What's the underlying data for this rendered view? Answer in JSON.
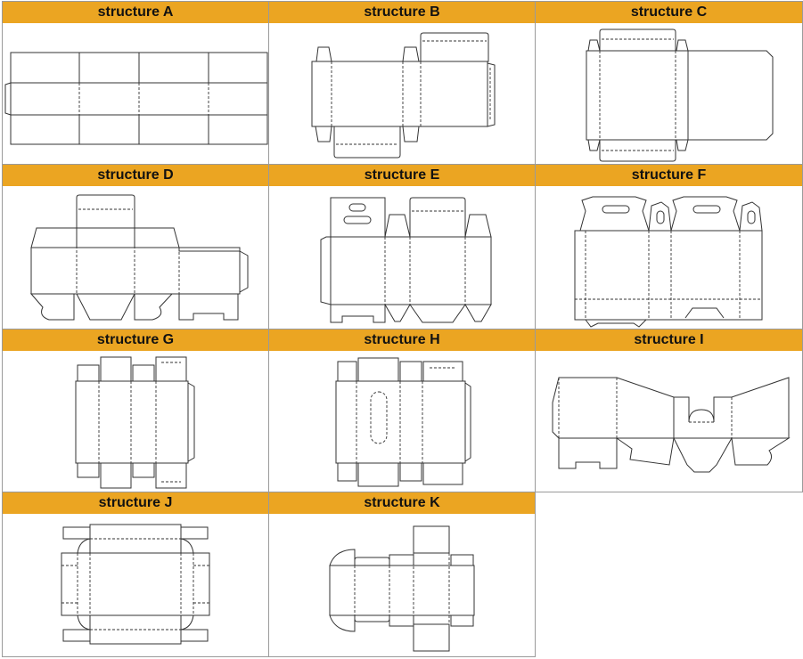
{
  "colors": {
    "header": "#eba522",
    "line": "#333333",
    "border": "#9a9a9a"
  },
  "cells": [
    {
      "label": "structure A"
    },
    {
      "label": "structure B"
    },
    {
      "label": "structure C"
    },
    {
      "label": "structure D"
    },
    {
      "label": "structure E"
    },
    {
      "label": "structure F"
    },
    {
      "label": "structure G"
    },
    {
      "label": "structure H"
    },
    {
      "label": "structure I"
    },
    {
      "label": "structure J"
    },
    {
      "label": "structure K"
    }
  ]
}
